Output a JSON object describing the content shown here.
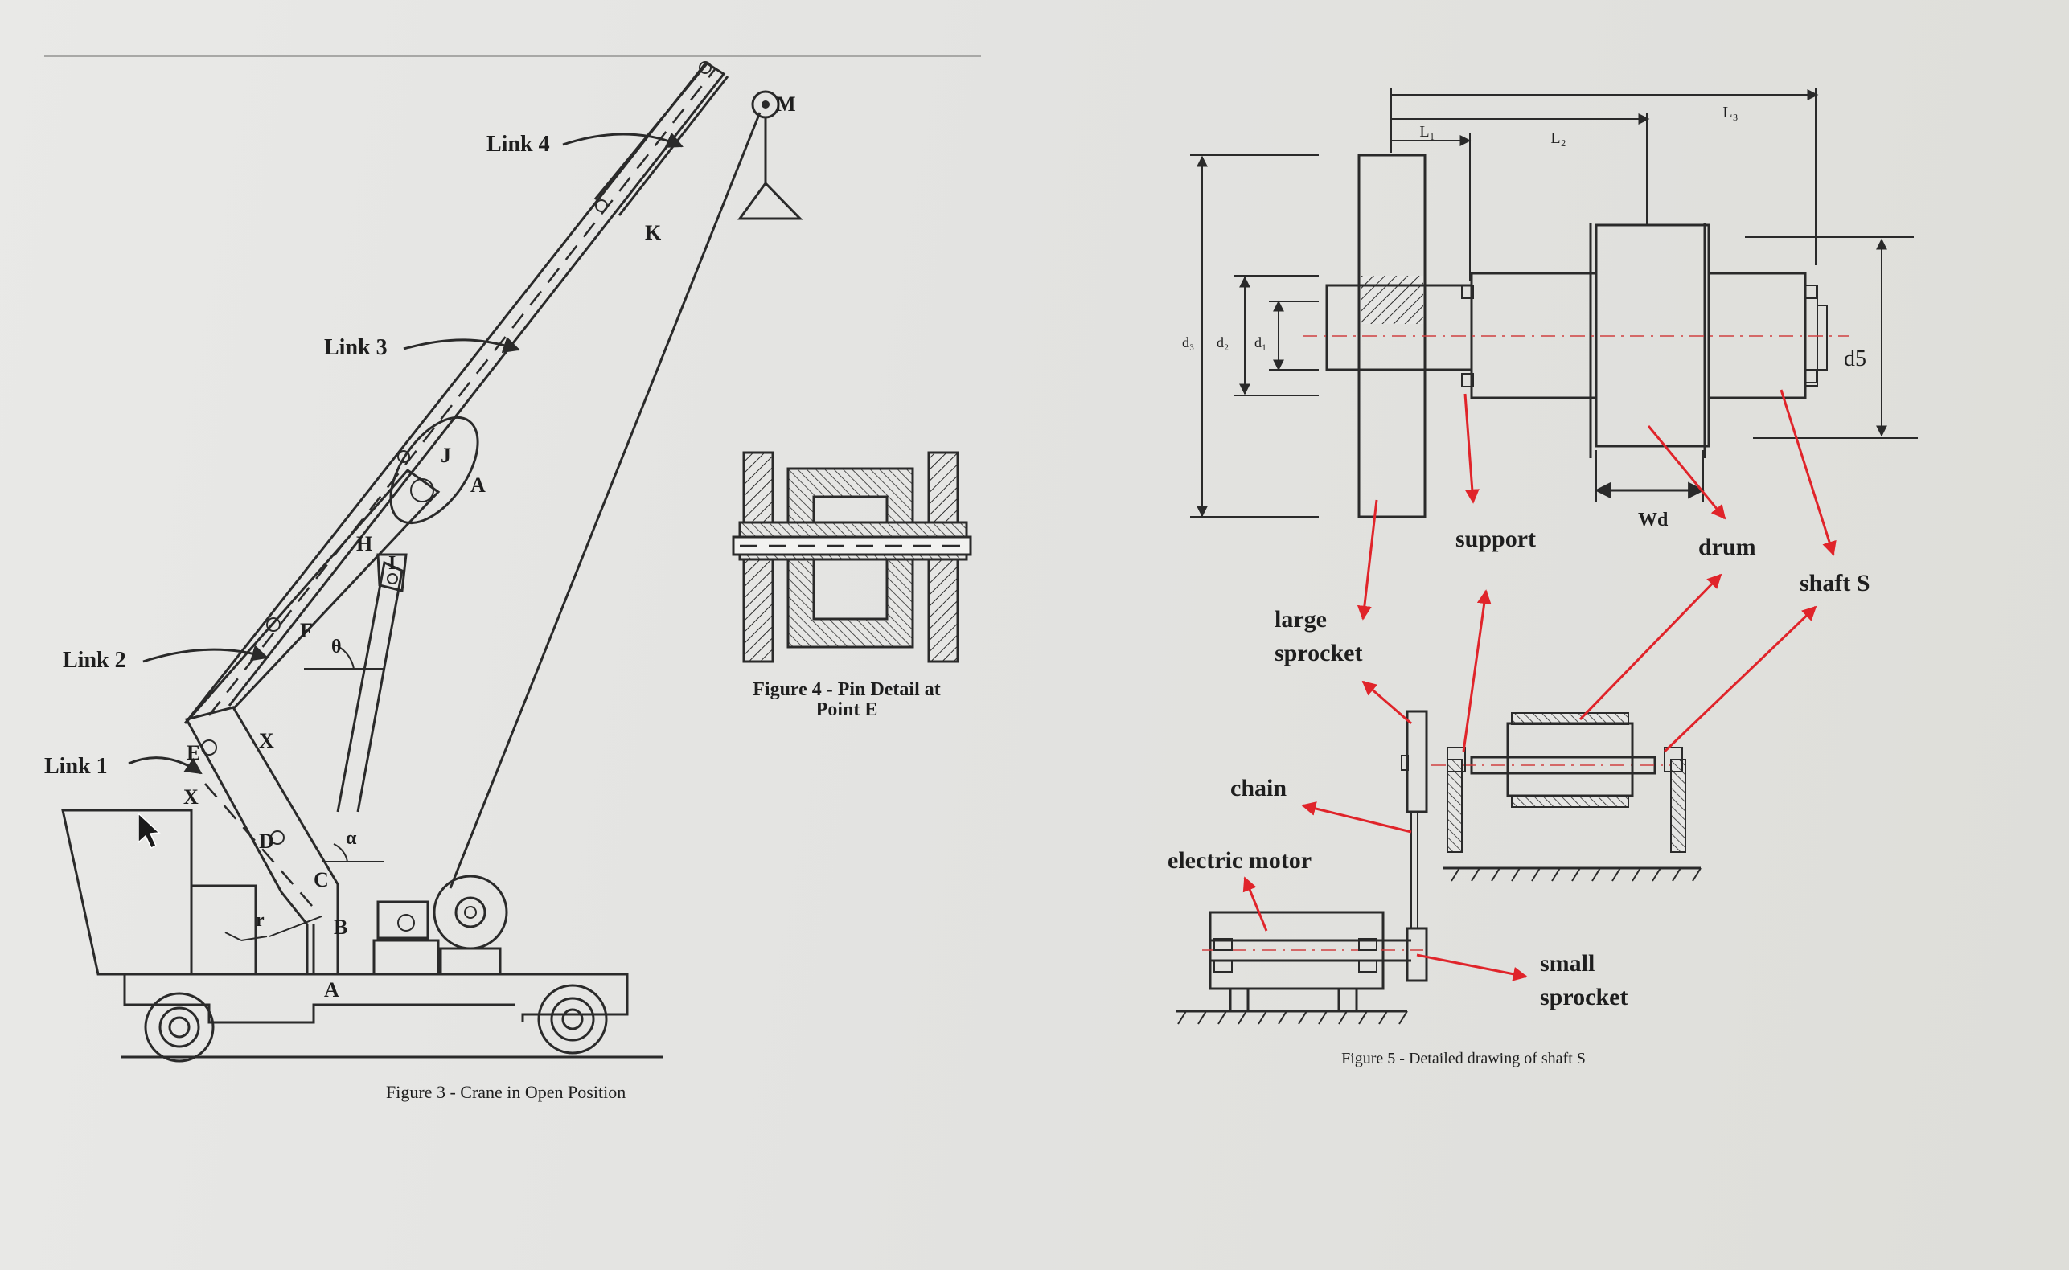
{
  "figure3": {
    "caption": "Figure 3 - Crane in Open Position",
    "links": [
      "Link 1",
      "Link 2",
      "Link 3",
      "Link 4"
    ],
    "points": {
      "A_top": "A",
      "A_bottom": "A",
      "B": "B",
      "C": "C",
      "D": "D",
      "E": "E",
      "F": "F",
      "H": "H",
      "I": "I",
      "J": "J",
      "K": "K",
      "M": "M",
      "X1": "X",
      "X2": "X",
      "r": "r"
    },
    "angles": {
      "theta": "θ",
      "alpha": "α"
    }
  },
  "figure4": {
    "caption_line1": "Figure 4 - Pin Detail at",
    "caption_line2": "Point E"
  },
  "figure5": {
    "caption": "Figure 5 - Detailed drawing of shaft S",
    "dims": {
      "L1": "L₁",
      "L2": "L₂",
      "L3": "L₃",
      "d1": "d₁",
      "d2": "d₂",
      "d3": "d₃",
      "d5": "d5",
      "wd": "Wd"
    },
    "labels": {
      "support": "support",
      "drum": "drum",
      "shaft": "shaft S",
      "large_sprocket_1": "large",
      "large_sprocket_2": "sprocket",
      "chain": "chain",
      "electric_motor": "electric motor",
      "small_sprocket_1": "small",
      "small_sprocket_2": "sprocket"
    }
  }
}
